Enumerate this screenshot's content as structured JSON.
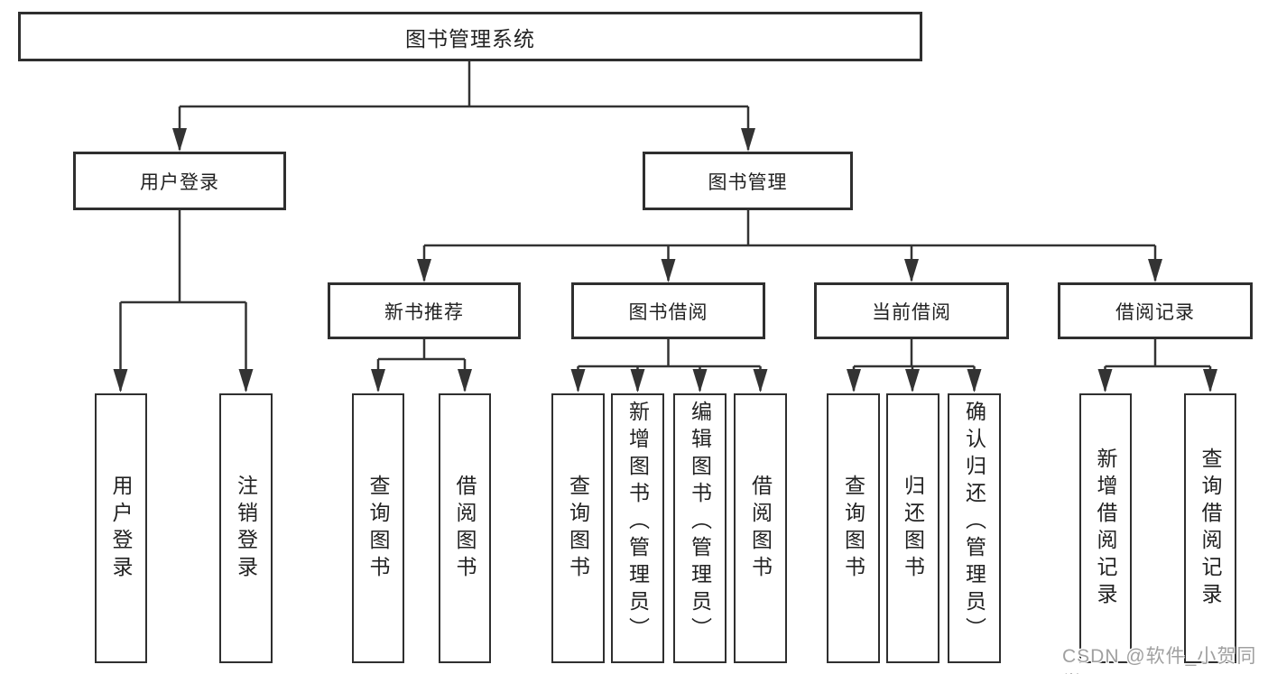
{
  "tree": {
    "label": "图书管理系统",
    "children": [
      {
        "label": "用户登录",
        "children": [
          {
            "label": "用户登录"
          },
          {
            "label": "注销登录"
          }
        ]
      },
      {
        "label": "图书管理",
        "children": [
          {
            "label": "新书推荐",
            "children": [
              {
                "label": "查询图书"
              },
              {
                "label": "借阅图书"
              }
            ]
          },
          {
            "label": "图书借阅",
            "children": [
              {
                "label": "查询图书"
              },
              {
                "label": "新增图书（管理员）"
              },
              {
                "label": "编辑图书（管理员）"
              },
              {
                "label": "借阅图书"
              }
            ]
          },
          {
            "label": "当前借阅",
            "children": [
              {
                "label": "查询图书"
              },
              {
                "label": "归还图书"
              },
              {
                "label": "确认归还（管理员）"
              }
            ]
          },
          {
            "label": "借阅记录",
            "children": [
              {
                "label": "新增借阅记录"
              },
              {
                "label": "查询借阅记录"
              }
            ]
          }
        ]
      }
    ]
  },
  "watermark": {
    "text": "CSDN @软件_小贺同学"
  },
  "colors": {
    "line": "#333333",
    "box_border": "#2f2f2f",
    "text": "#222222",
    "watermark": "#a0a0a0",
    "background": "#ffffff"
  }
}
